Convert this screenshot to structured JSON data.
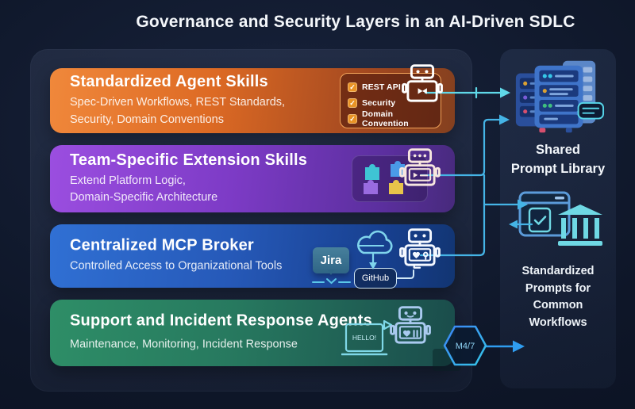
{
  "title": "Governance and Security Layers in an AI-Driven SDLC",
  "glyphs": {
    "check": "✓"
  },
  "colors": {
    "background": "#0e1628",
    "row_orange": "#e8772e",
    "row_purple": "#8a44d2",
    "row_blue": "#2a63c6",
    "row_green": "#27795f",
    "connector_cyan": "#4fc6e8",
    "connector_blue": "#2f9df0",
    "checklist_border": "#f2a35a"
  },
  "rows": [
    {
      "title": "Standardized Agent Skills",
      "subtitle": "Spec-Driven Workflows, REST Standards,\nSecurity, Domain Conventions",
      "checklist": [
        "REST API",
        "Security",
        "Domain Convention"
      ]
    },
    {
      "title": "Team-Specific Extension Skills",
      "subtitle": "Extend Platform Logic,\nDomain-Specific Architecture"
    },
    {
      "title": "Centralized MCP Broker",
      "subtitle": "Controlled Access to Organizational Tools",
      "jira_label": "Jira",
      "github_label": "GitHub"
    },
    {
      "title": "Support and Incident Response Agents",
      "subtitle": "Maintenance, Monitoring, Incident Response",
      "laptop_text": "HELLO!",
      "uptime_badge": "M4/7"
    }
  ],
  "sidebar": {
    "shared_library_label": "Shared\nPrompt Library",
    "standardized_prompts_label": "Standardized\nPrompts for\nCommon\nWorkflows"
  }
}
